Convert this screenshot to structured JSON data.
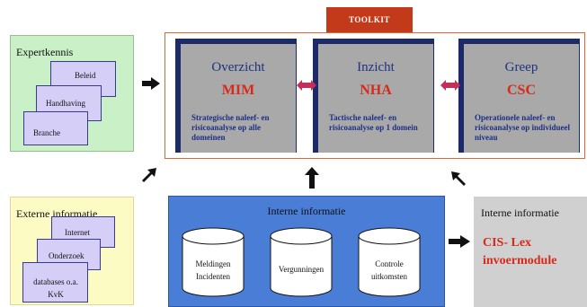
{
  "toolkit": {
    "label": "TOOLKIT",
    "color": "#c23a1a"
  },
  "cards": [
    {
      "title": "Overzicht",
      "acronym": "MIM",
      "desc": "Strategische naleef- en risicoanalyse op alle domeinen"
    },
    {
      "title": "Inzicht",
      "acronym": "NHA",
      "desc": "Tactische naleef- en risicoanalyse op 1 domein"
    },
    {
      "title": "Greep",
      "acronym": "CSC",
      "desc": "Operationele naleef- en risicoanalyse op individueel niveau"
    }
  ],
  "expertkennis": {
    "title": "Expertkennis",
    "docs": [
      "Beleid",
      "Handhaving",
      "Branche"
    ]
  },
  "externe": {
    "title": "Externe informatie",
    "docs": [
      "Internet",
      "Onderzoek",
      "databases o.a. KvK"
    ]
  },
  "interne_blue": {
    "title": "Interne informatie",
    "cylinders": [
      [
        "Meldingen",
        "Incidenten"
      ],
      [
        "Vergunningen"
      ],
      [
        "Controle",
        "uitkomsten"
      ]
    ]
  },
  "interne_gray": {
    "title": "Interne informatie",
    "line1": "CIS- Lex",
    "line2": "invoermodule"
  },
  "colors": {
    "card_gray": "#a9a9a9",
    "card_shadow": "#1c2a6a",
    "accent_red": "#d62a1a",
    "green_panel": "#c9f0c6",
    "yellow_panel": "#fdfbc4",
    "blue_panel": "#4a7dd6",
    "doc_fill": "#d5cff7"
  }
}
